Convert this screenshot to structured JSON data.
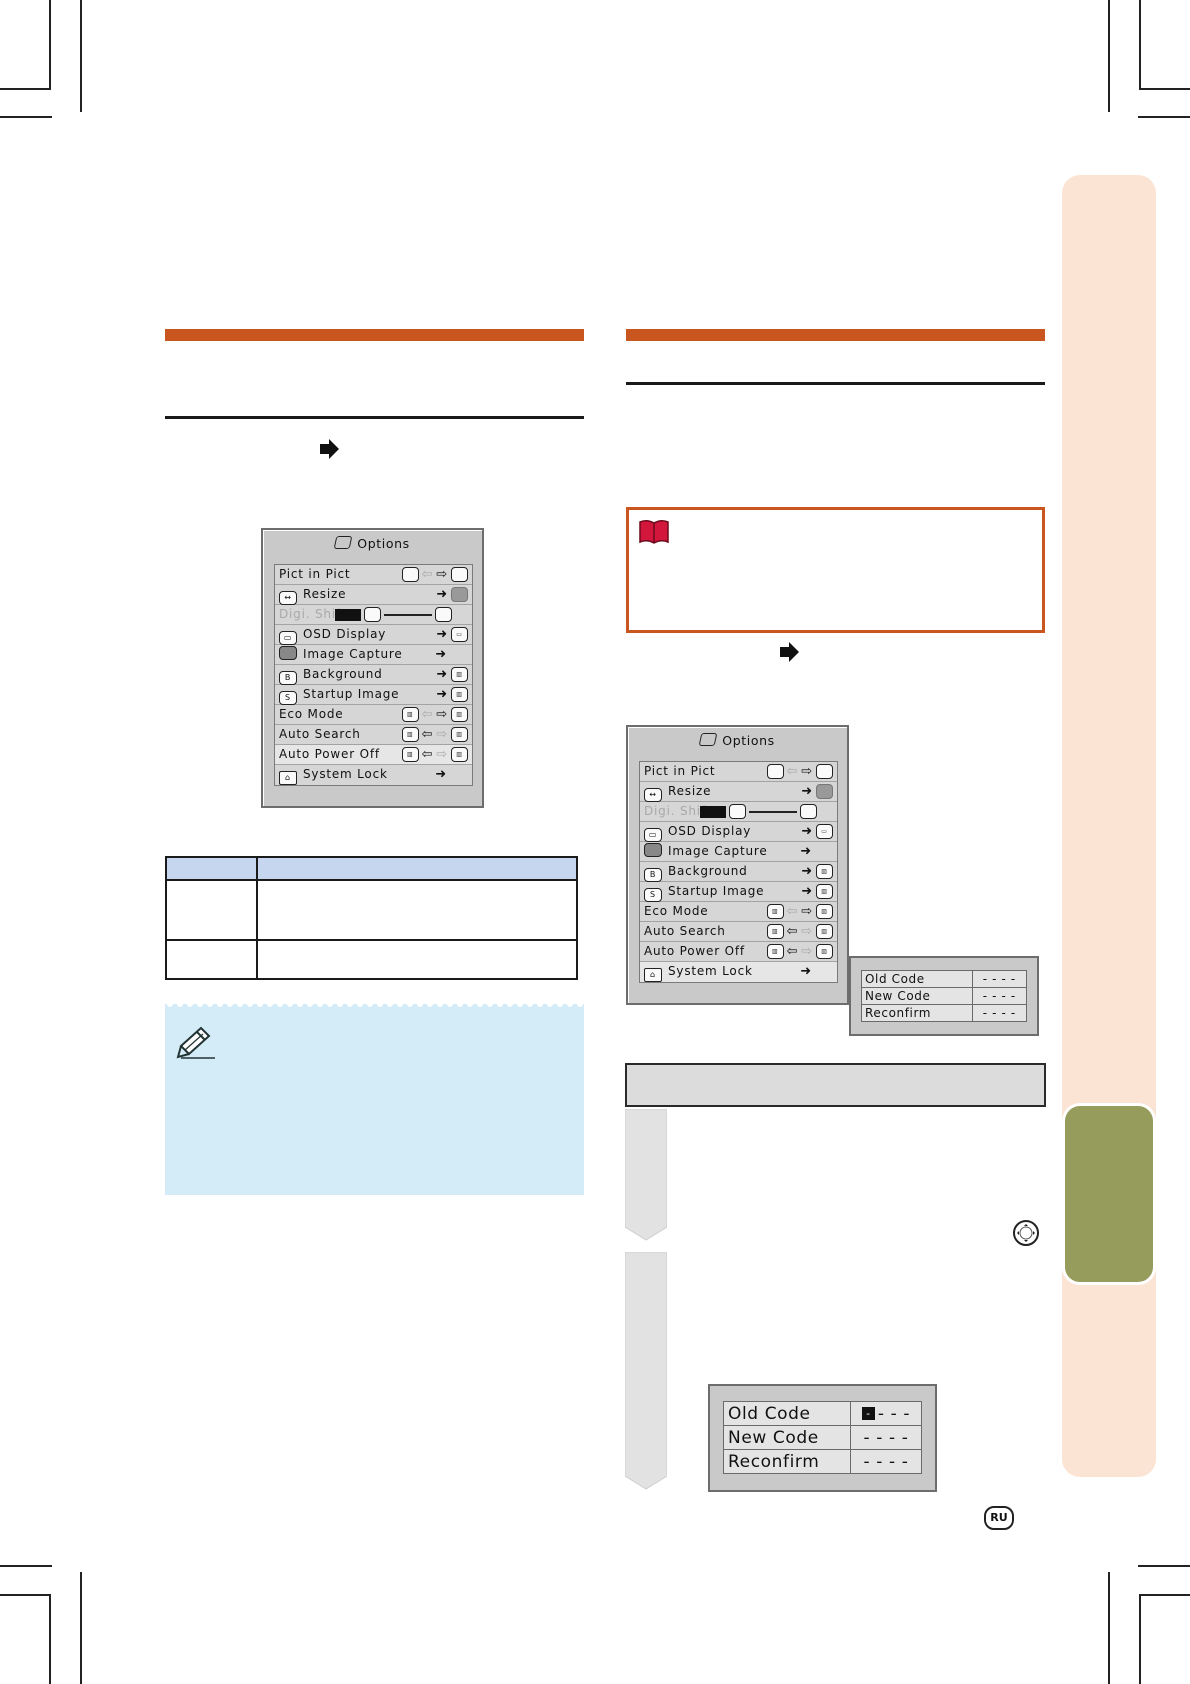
{
  "osd_menu": {
    "title": "Options",
    "icon": "options-icon",
    "rows": [
      {
        "label": "Pict in Pict",
        "icon": ""
      },
      {
        "label": "Resize",
        "icon": "resize-icon"
      },
      {
        "label": "Digi. Shift",
        "icon": ""
      },
      {
        "label": "OSD Display",
        "icon": "osd-display-icon"
      },
      {
        "label": "Image Capture",
        "icon": "image-capture-icon"
      },
      {
        "label": "Background",
        "icon": "background-icon"
      },
      {
        "label": "Startup Image",
        "icon": "startup-image-icon"
      },
      {
        "label": "Eco Mode",
        "icon": ""
      },
      {
        "label": "Auto Search",
        "icon": ""
      },
      {
        "label": "Auto Power Off",
        "icon": ""
      },
      {
        "label": "System Lock",
        "icon": "system-lock-icon"
      }
    ]
  },
  "code_box": {
    "rows": [
      {
        "label": "Old Code",
        "value": "- - - -"
      },
      {
        "label": "New Code",
        "value": "- - - -"
      },
      {
        "label": "Reconfirm",
        "value": "- - - -"
      }
    ]
  },
  "code_box_large": {
    "rows": [
      {
        "label": "Old Code",
        "value": "- - -"
      },
      {
        "label": "New Code",
        "value": "- - - -"
      },
      {
        "label": "Reconfirm",
        "value": "- - - -"
      }
    ]
  },
  "icons": {
    "arrow": "right-arrow-icon",
    "book": "important-book-icon",
    "pencil": "note-pencil-icon",
    "enter": "enter-button-icon"
  },
  "page_badge": "RU",
  "colors": {
    "section_bar": "#c8561e",
    "side_tab_light": "#fce4d4",
    "side_tab_active": "#969c5c",
    "note_bg": "#d3ecf8",
    "table_header": "#c6d6ee"
  }
}
